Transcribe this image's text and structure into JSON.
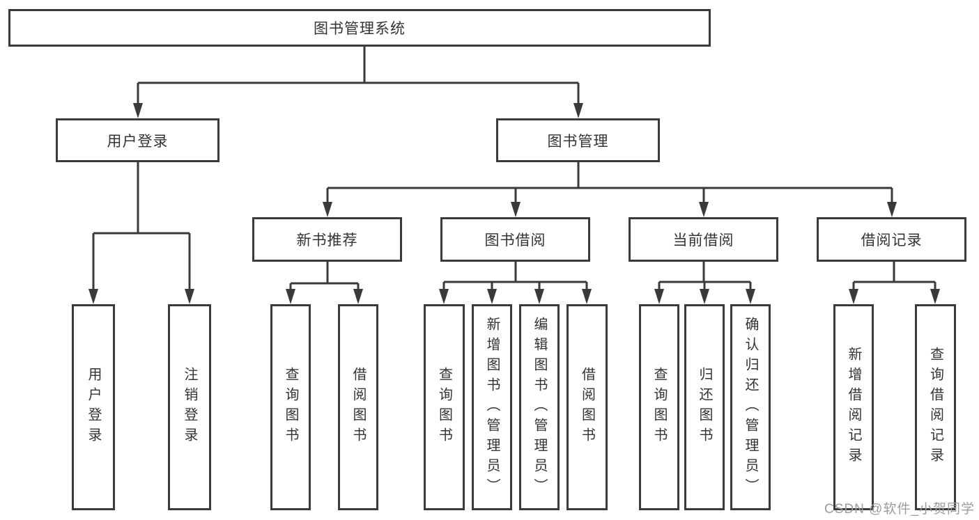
{
  "colors": {
    "line": "#3a3a3a",
    "text": "#333333",
    "background": "#ffffff",
    "watermark": "#9c9c9c"
  },
  "diagram": {
    "type": "hierarchy-tree",
    "nodes": {
      "root": "图书管理系统",
      "user_login": "用户登录",
      "book_mgmt": "图书管理",
      "new_book_rec": "新书推荐",
      "book_borrow": "图书借阅",
      "cur_borrow": "当前借阅",
      "borrow_rec": "借阅记录",
      "leaf_user_login": "用户登录",
      "leaf_logout": "注销登录",
      "leaf_nb_query": "查询图书",
      "leaf_nb_borrow": "借阅图书",
      "leaf_bb_query": "查询图书",
      "leaf_bb_add": "新增图书（管理员）",
      "leaf_bb_edit": "编辑图书（管理员）",
      "leaf_bb_borrow": "借阅图书",
      "leaf_cb_query": "查询图书",
      "leaf_cb_return": "归还图书",
      "leaf_cb_confirm": "确认归还（管理员）",
      "leaf_br_add": "新增借阅记录",
      "leaf_br_query": "查询借阅记录"
    },
    "edges": [
      [
        "图书管理系统",
        "用户登录"
      ],
      [
        "图书管理系统",
        "图书管理"
      ],
      [
        "用户登录",
        "用户登录"
      ],
      [
        "用户登录",
        "注销登录"
      ],
      [
        "图书管理",
        "新书推荐"
      ],
      [
        "图书管理",
        "图书借阅"
      ],
      [
        "图书管理",
        "当前借阅"
      ],
      [
        "图书管理",
        "借阅记录"
      ],
      [
        "新书推荐",
        "查询图书"
      ],
      [
        "新书推荐",
        "借阅图书"
      ],
      [
        "图书借阅",
        "查询图书"
      ],
      [
        "图书借阅",
        "新增图书（管理员）"
      ],
      [
        "图书借阅",
        "编辑图书（管理员）"
      ],
      [
        "图书借阅",
        "借阅图书"
      ],
      [
        "当前借阅",
        "查询图书"
      ],
      [
        "当前借阅",
        "归还图书"
      ],
      [
        "当前借阅",
        "确认归还（管理员）"
      ],
      [
        "借阅记录",
        "新增借阅记录"
      ],
      [
        "借阅记录",
        "查询借阅记录"
      ]
    ]
  },
  "watermark": {
    "text": "CSDN @软件_小贺同学"
  }
}
